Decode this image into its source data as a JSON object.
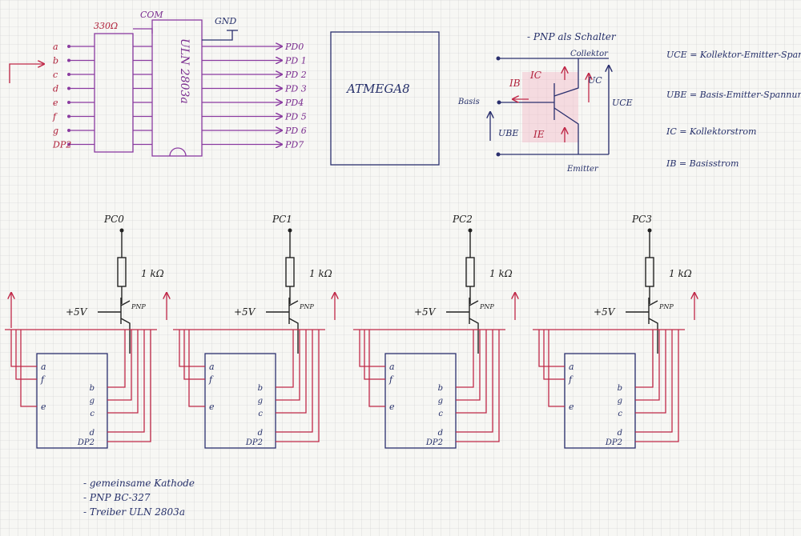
{
  "uln": {
    "resistor_label": "330Ω",
    "com_label": "COM",
    "gnd_label": "GND",
    "chip_label": "ULN 2803a",
    "segments": [
      "a",
      "b",
      "c",
      "d",
      "e",
      "f",
      "g",
      "DP2"
    ],
    "ports": [
      "PD0",
      "PD 1",
      "PD 2",
      "PD 3",
      "PD4",
      "PD 5",
      "PD 6",
      "PD7"
    ]
  },
  "mcu": {
    "label": "ATMEGA8"
  },
  "transistor_note": {
    "title": "- PNP als Schalter",
    "collector": "Collektor",
    "emitter": "Emitter",
    "base": "Basis",
    "ib": "IB",
    "ic": "IC",
    "ie": "IE",
    "ube": "UBE",
    "uc": "UC",
    "uce": "UCE"
  },
  "legend": [
    "UCE = Kollektor-Emitter-Spannung",
    "UBE = Basis-Emitter-Spannung",
    "IC = Kollektorstrom",
    "IB = Basisstrom"
  ],
  "digits": [
    {
      "port": "PC0",
      "res": "1 kΩ",
      "supply": "+5V",
      "pnp": "PNP"
    },
    {
      "port": "PC1",
      "res": "1 kΩ",
      "supply": "+5V",
      "pnp": "PNP"
    },
    {
      "port": "PC2",
      "res": "1 kΩ",
      "supply": "+5V",
      "pnp": "PNP"
    },
    {
      "port": "PC3",
      "res": "1 kΩ",
      "supply": "+5V",
      "pnp": "PNP"
    }
  ],
  "seg_left": [
    "a",
    "f",
    "e"
  ],
  "seg_right": [
    "b",
    "g",
    "c",
    "d",
    "DP2"
  ],
  "notes": [
    "- gemeinsame Kathode",
    "- PNP BC-327",
    "- Treiber ULN 2803a"
  ],
  "colors": {
    "grid": "#c9c9c9",
    "purple": "#8a3aa0",
    "navy": "#2a2f6e",
    "red": "#c02848",
    "pink": "#f2b8c8"
  }
}
